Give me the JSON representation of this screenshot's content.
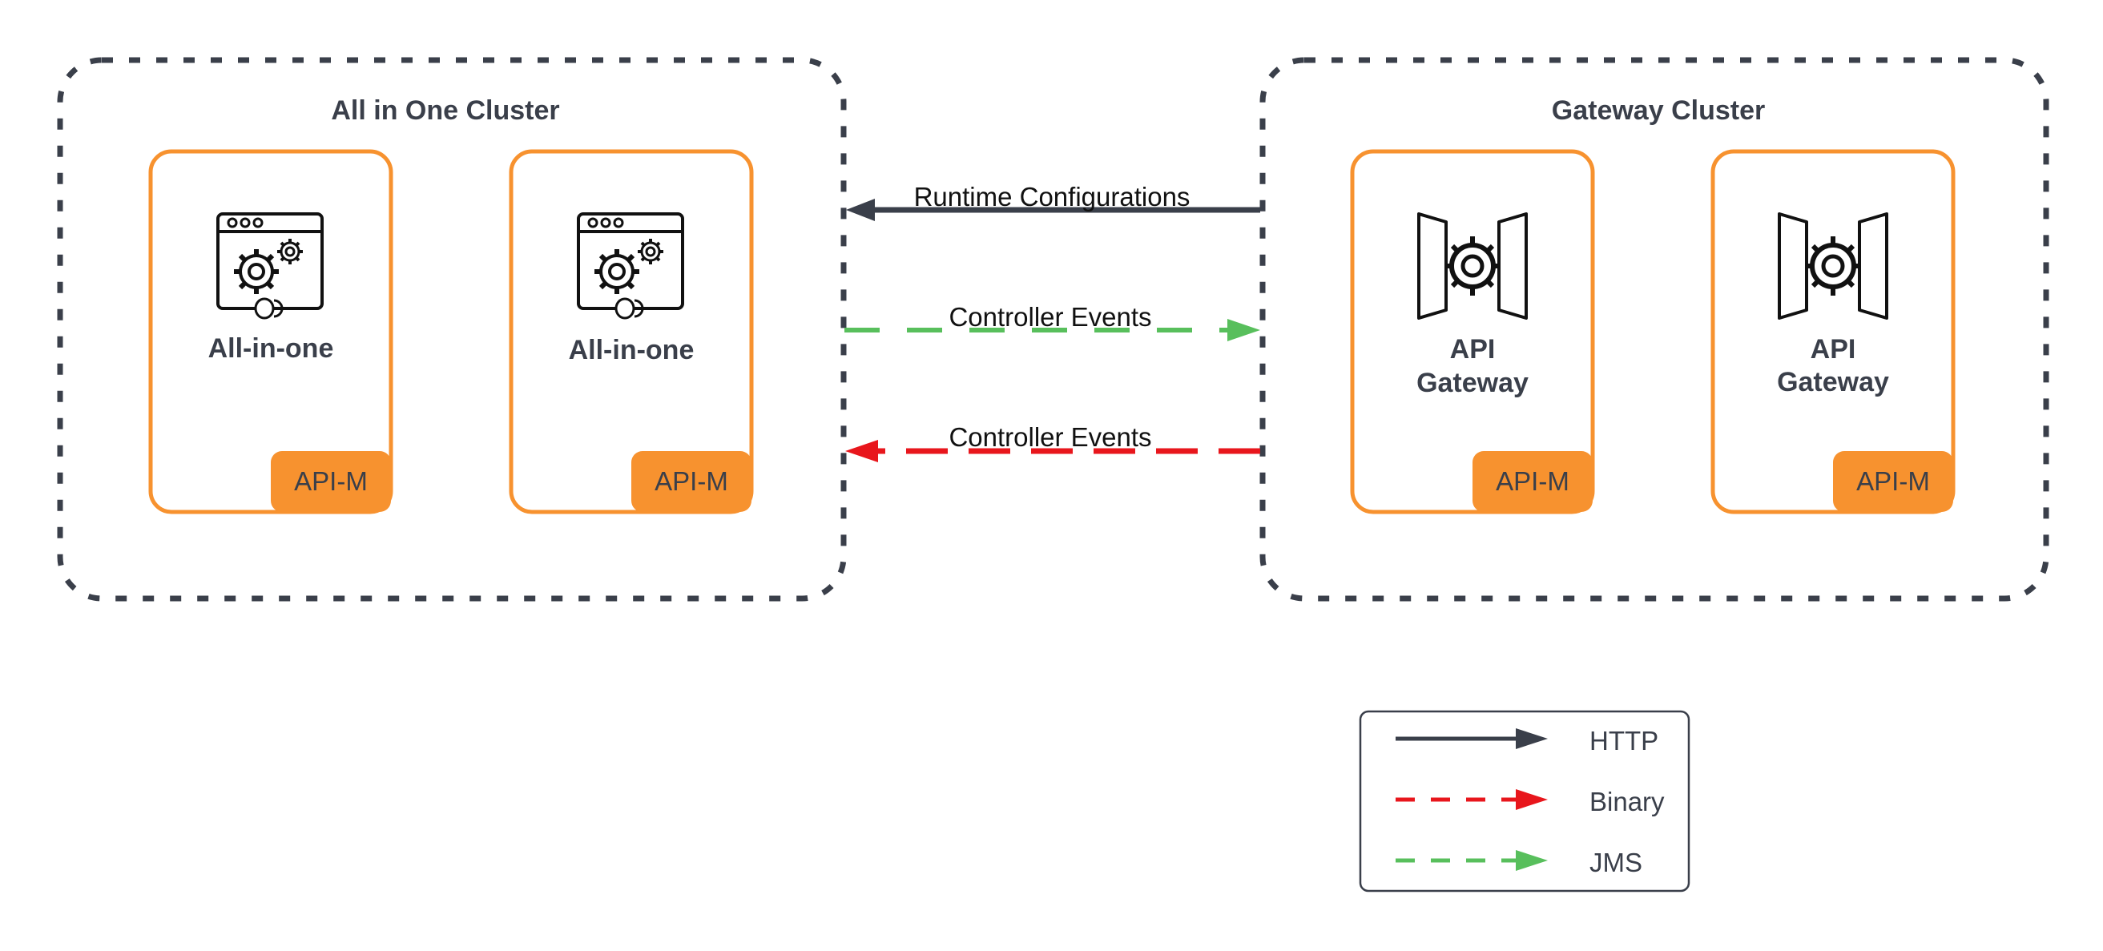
{
  "colors": {
    "cluster_border": "#3a3f4a",
    "node_border": "#f7922f",
    "badge_fill": "#f7922f",
    "http": "#3a3f4a",
    "binary": "#e8161c",
    "jms": "#58bf5c"
  },
  "clusters": {
    "left": {
      "title": "All in One Cluster"
    },
    "right": {
      "title": "Gateway Cluster"
    }
  },
  "nodes": {
    "aio1": {
      "icon": "app-window-gears-icon",
      "label": "All-in-one",
      "badge": "API-M"
    },
    "aio2": {
      "icon": "app-window-gears-icon",
      "label": "All-in-one",
      "badge": "API-M"
    },
    "gw1": {
      "icon": "api-gateway-icon",
      "label_line1": "API",
      "label_line2": "Gateway",
      "badge": "API-M"
    },
    "gw2": {
      "icon": "api-gateway-icon",
      "label_line1": "API",
      "label_line2": "Gateway",
      "badge": "API-M"
    }
  },
  "edges": {
    "runtime": {
      "label": "Runtime Configurations",
      "protocol": "HTTP",
      "direction": "right-to-left"
    },
    "controller_jms": {
      "label": "Controller Events",
      "protocol": "JMS",
      "direction": "left-to-right"
    },
    "controller_binary": {
      "label": "Controller Events",
      "protocol": "Binary",
      "direction": "right-to-left"
    }
  },
  "legend": {
    "items": [
      {
        "label": "HTTP",
        "style": "solid",
        "color": "#3a3f4a"
      },
      {
        "label": "Binary",
        "style": "dashed",
        "color": "#e8161c"
      },
      {
        "label": "JMS",
        "style": "dashed",
        "color": "#58bf5c"
      }
    ]
  }
}
